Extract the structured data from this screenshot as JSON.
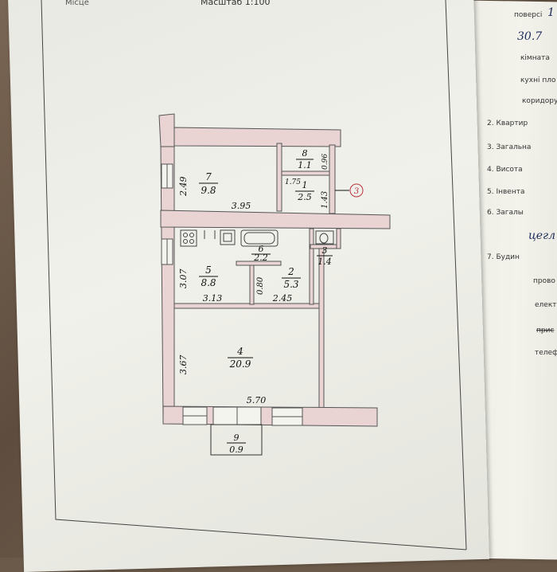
{
  "header": {
    "left_fragment": "Місце",
    "scale": "Масштаб 1:100"
  },
  "rooms": [
    {
      "number": "7",
      "area": "9.8"
    },
    {
      "number": "8",
      "area": "1.1"
    },
    {
      "number": "1",
      "area": "2.5"
    },
    {
      "number": "6",
      "area": "2.2"
    },
    {
      "number": "3",
      "area": "1.4"
    },
    {
      "number": "5",
      "area": "8.8"
    },
    {
      "number": "2",
      "area": "5.3"
    },
    {
      "number": "4",
      "area": "20.9"
    },
    {
      "number": "9",
      "area": "0.9"
    }
  ],
  "dimensions": {
    "d_249": "2.49",
    "d_395": "3.95",
    "d_175": "1.75",
    "d_096": "0.96",
    "d_143": "1.43",
    "d_307": "3.07",
    "d_313": "3.13",
    "d_080": "0.80",
    "d_245": "2.45",
    "d_367": "3.67",
    "d_570": "5.70"
  },
  "circled_mark": "3",
  "right_sheet": {
    "line1": "поверсі",
    "line1_hand": "1",
    "line2_hand": "30.7",
    "line3": "кімната",
    "line4": "кухні пло",
    "line5": "коридору",
    "item2": "2.  Квартир",
    "item3": "3.  Загальна",
    "item4": "4.  Висота",
    "item5": "5.  Інвента",
    "item6": "6.  Загалы",
    "hand_ceg": "цегл",
    "item7": "7.  Будин",
    "line_provo": "прово",
    "line_elekt": "елект",
    "line_prys": "прис",
    "line_tele": "телеф"
  }
}
